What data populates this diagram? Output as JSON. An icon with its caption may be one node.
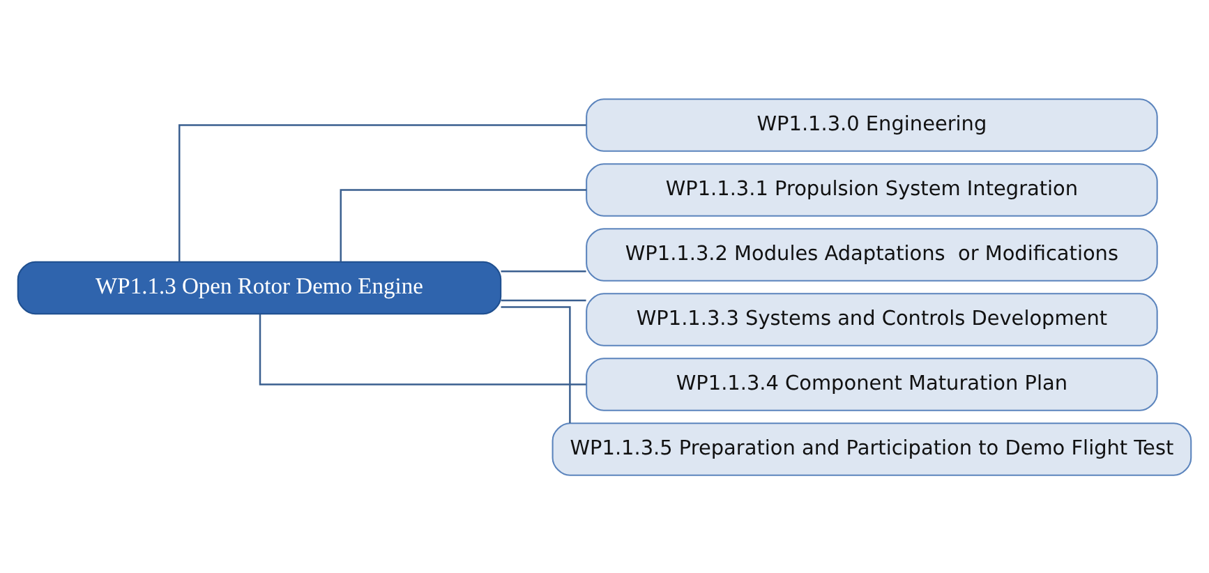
{
  "diagram": {
    "nodes": [
      {
        "text": [
          "WP1.1.3 Open Rotor Demo Engine"
        ]
      },
      {
        "text": [
          "WP1.1.3.0 Engineering"
        ]
      },
      {
        "text": [
          "WP1.1.3.1 Propulsion System Integration"
        ]
      },
      {
        "text": [
          "WP1.1.3.2 Modules Adaptations  or Modifications"
        ]
      },
      {
        "text": [
          "WP1.1.3.3 Systems and Controls Development"
        ]
      },
      {
        "text": [
          "WP1.1.3.4 Component Maturation Plan"
        ]
      },
      {
        "text": [
          "WP1.1.3.5 Preparation and Participation to Demo Flight Test"
        ]
      }
    ],
    "edges": [
      {
        "from": 0,
        "to": 1,
        "arrow": "none"
      },
      {
        "from": 0,
        "to": 2,
        "arrow": "none"
      },
      {
        "from": 0,
        "to": 3,
        "arrow": "none"
      },
      {
        "from": 0,
        "to": 4,
        "arrow": "none"
      },
      {
        "from": 0,
        "to": 5,
        "arrow": "none"
      },
      {
        "from": 0,
        "to": 6,
        "arrow": "none"
      }
    ]
  }
}
